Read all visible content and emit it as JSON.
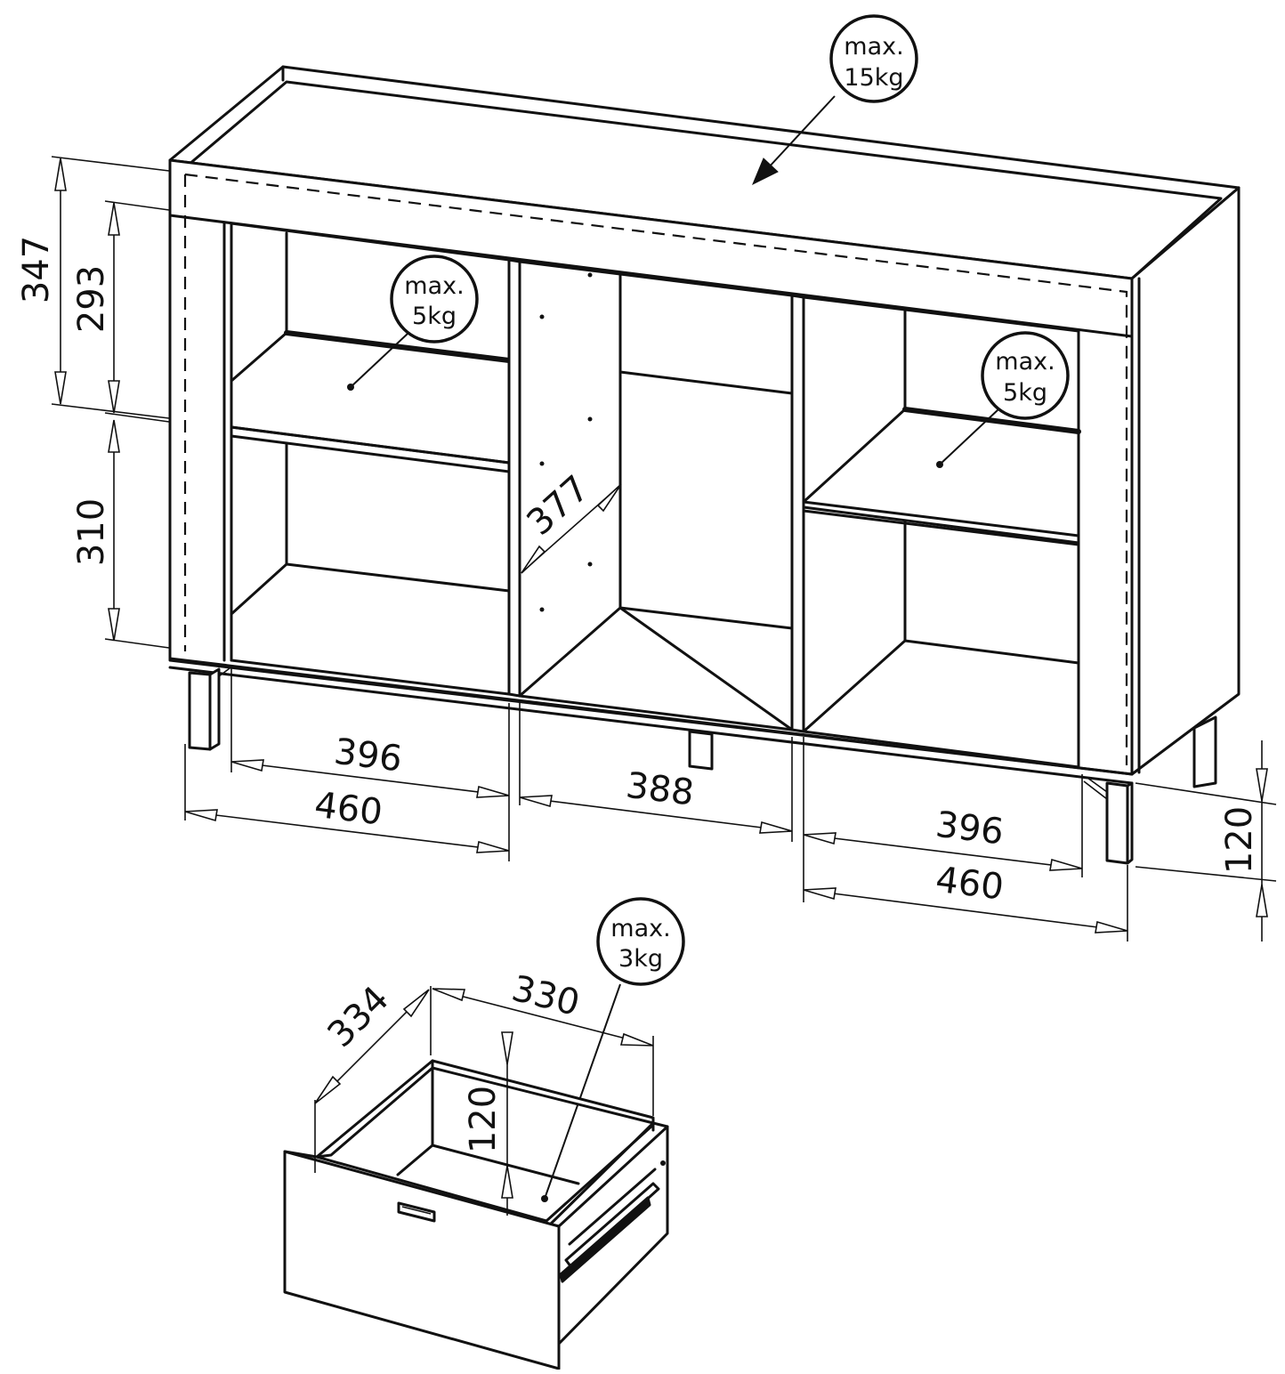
{
  "labels": {
    "top_load": {
      "line1": "max.",
      "line2": "15kg"
    },
    "shelf_left_load": {
      "line1": "max.",
      "line2": "5kg"
    },
    "shelf_right_load": {
      "line1": "max.",
      "line2": "5kg"
    },
    "drawer_load": {
      "line1": "max.",
      "line2": "3kg"
    }
  },
  "dimensions": {
    "total_height_upper": "347",
    "upper_compartment": "293",
    "lower_compartment": "310",
    "depth_inner": "377",
    "left_inner_width": "396",
    "left_outer_width": "460",
    "middle_width": "388",
    "right_inner_width": "396",
    "right_outer_width": "460",
    "leg_height": "120",
    "drawer_depth": "334",
    "drawer_width": "330",
    "drawer_height": "120"
  }
}
